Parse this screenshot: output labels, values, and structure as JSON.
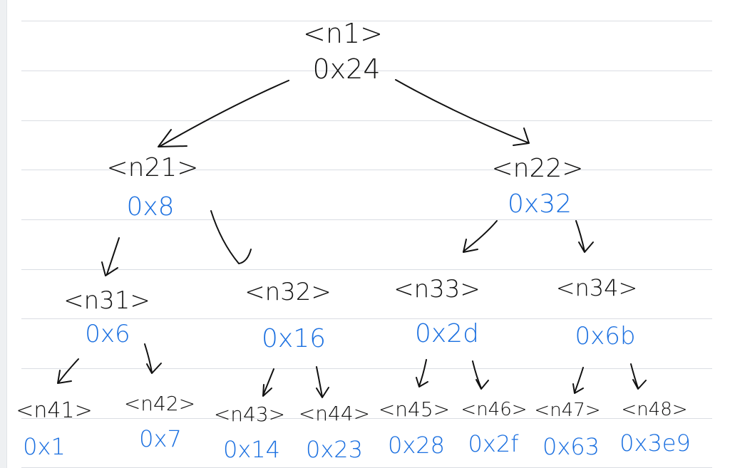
{
  "colors": {
    "ink": "#111111",
    "value_ink": "#1a6fe0",
    "rule": "#dadde3"
  },
  "tree": {
    "nodes": [
      {
        "id": "n1",
        "label": "<n1>",
        "value": "0x24"
      },
      {
        "id": "n21",
        "label": "<n21>",
        "value": "0x8"
      },
      {
        "id": "n22",
        "label": "<n22>",
        "value": "0x32"
      },
      {
        "id": "n31",
        "label": "<n31>",
        "value": "0x6"
      },
      {
        "id": "n32",
        "label": "<n32>",
        "value": "0x16"
      },
      {
        "id": "n33",
        "label": "<n33>",
        "value": "0x2d"
      },
      {
        "id": "n34",
        "label": "<n34>",
        "value": "0x6b"
      },
      {
        "id": "n41",
        "label": "<n41>",
        "value": "0x1"
      },
      {
        "id": "n42",
        "label": "<n42>",
        "value": "0x7"
      },
      {
        "id": "n43",
        "label": "<n43>",
        "value": "0x14"
      },
      {
        "id": "n44",
        "label": "<n44>",
        "value": "0x23"
      },
      {
        "id": "n45",
        "label": "<n45>",
        "value": "0x28"
      },
      {
        "id": "n46",
        "label": "<n46>",
        "value": "0x2f"
      },
      {
        "id": "n47",
        "label": "<n47>",
        "value": "0x63"
      },
      {
        "id": "n48",
        "label": "<n48>",
        "value": "0x3e9"
      }
    ]
  }
}
